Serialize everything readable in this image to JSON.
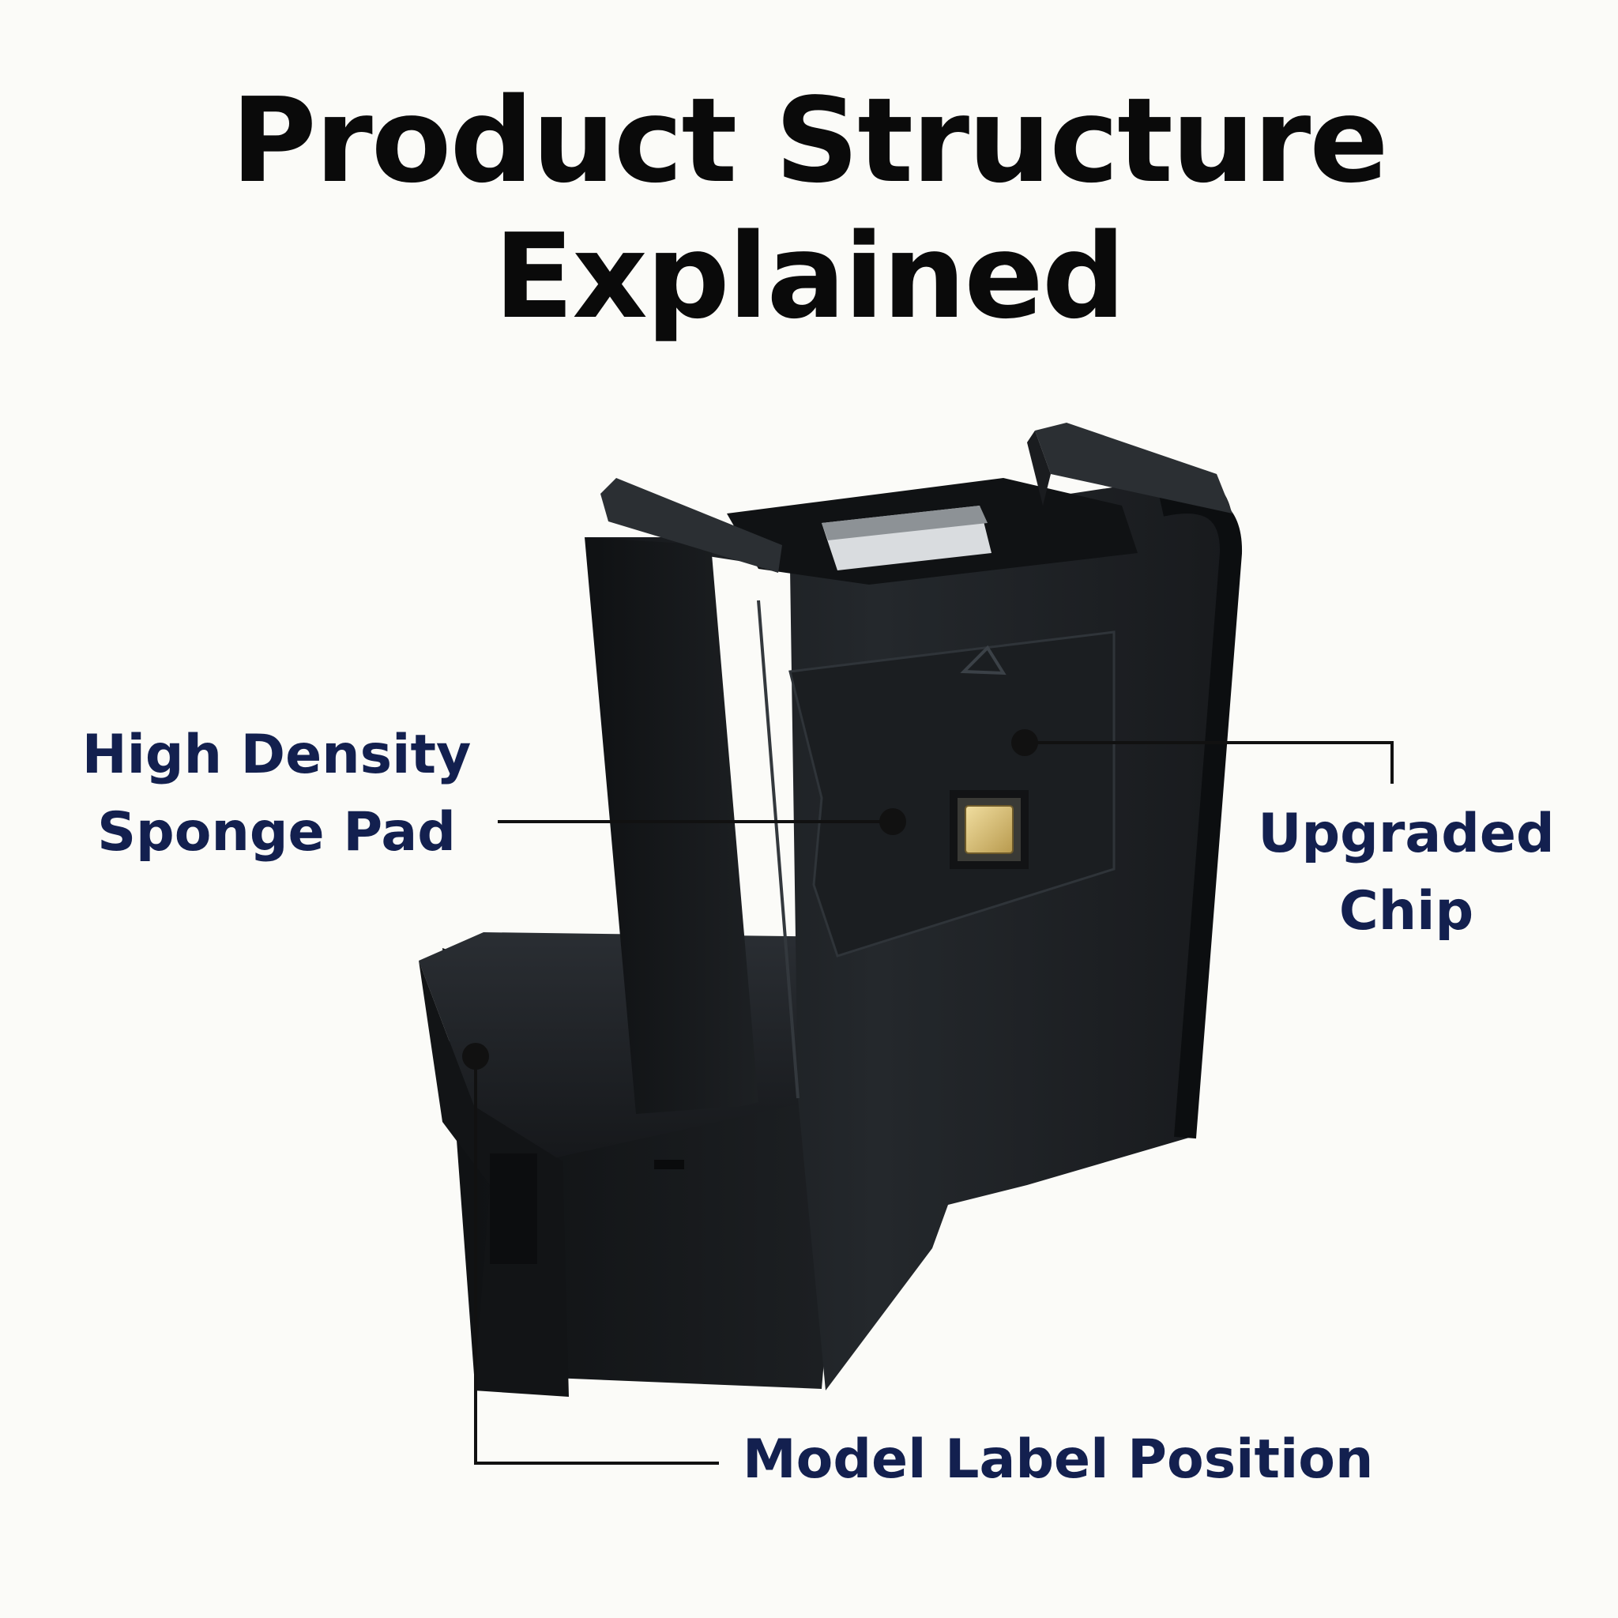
{
  "title": {
    "line1": "Product Structure",
    "line2": "Explained"
  },
  "callouts": {
    "sponge": {
      "line1": "High Density",
      "line2": "Sponge Pad"
    },
    "chip": {
      "line1": "Upgraded",
      "line2": "Chip"
    },
    "model": {
      "label": "Model Label Position"
    }
  },
  "colors": {
    "title": "#0a0a0a",
    "callout_text": "#13204f",
    "leader_line": "#111111",
    "product_body": "#1e2124",
    "background": "#fbfbf8"
  },
  "icons": {
    "product": "maintenance-box-cartridge",
    "chip": "gold-contact-chip"
  }
}
